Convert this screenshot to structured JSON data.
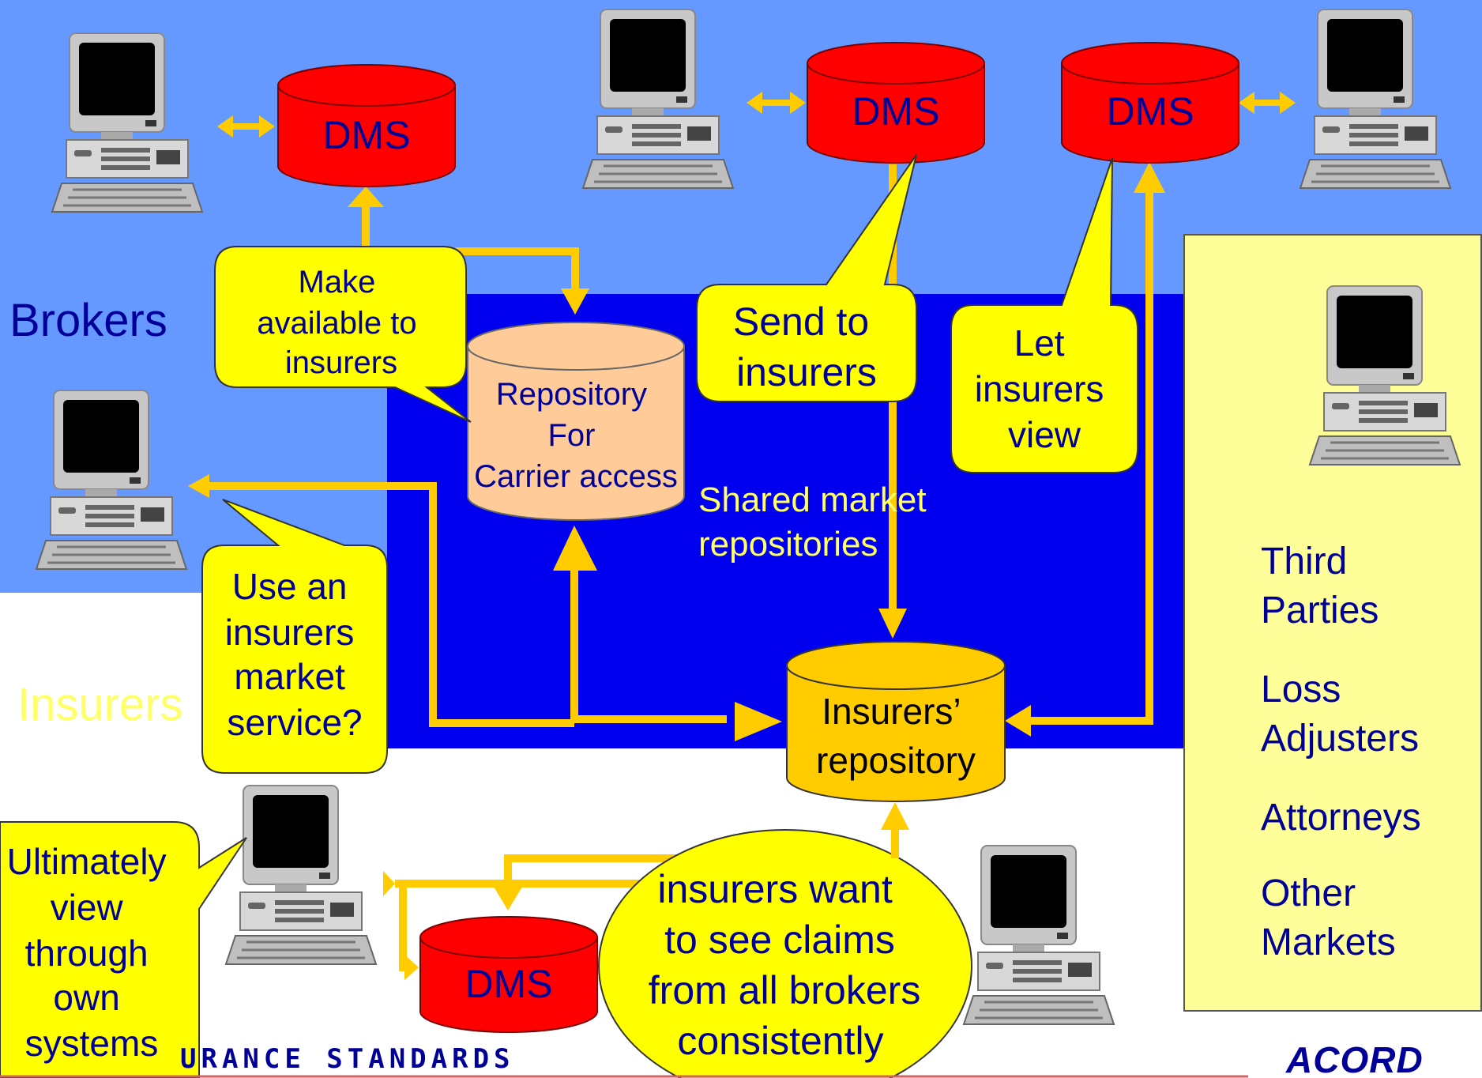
{
  "labels": {
    "brokers": "Brokers",
    "insurers": "Insurers",
    "shared": "Shared market repositories"
  },
  "databases": {
    "dms_left": "DMS",
    "dms_mid": "DMS",
    "dms_right": "DMS",
    "dms_bottom": "DMS",
    "repository": [
      "Repository",
      "For",
      "Carrier access"
    ],
    "insurers_repo": [
      "Insurers’",
      "repository"
    ]
  },
  "callouts": {
    "make_available": [
      "Make",
      "available to",
      "insurers"
    ],
    "send_to": [
      "Send to",
      "insurers"
    ],
    "let_view": [
      "Let",
      "insurers",
      "view"
    ],
    "use_service": [
      "Use an",
      "insurers",
      "market",
      "service?"
    ],
    "ultimately": [
      "Ultimately",
      "view",
      "through",
      "own",
      "systems"
    ],
    "insurers_want": [
      "insurers want",
      "to see claims",
      "from all brokers",
      "consistently"
    ]
  },
  "third_parties": [
    "Third\nParties",
    "Loss\nAdjusters",
    "Attorneys",
    "Other\nMarkets"
  ],
  "footer": {
    "standards": "URANCE STANDARDS",
    "logo": "ACORD"
  },
  "colors": {
    "broker_bg": "#6699ff",
    "shared_bg": "#0000ee",
    "panel_bg": "#ffff99",
    "dms_red": "#ff0000",
    "repo_peach": "#ffcc99",
    "insurers_gold": "#ffcc00",
    "arrow": "#ffcc00",
    "callout": "#ffff00"
  }
}
